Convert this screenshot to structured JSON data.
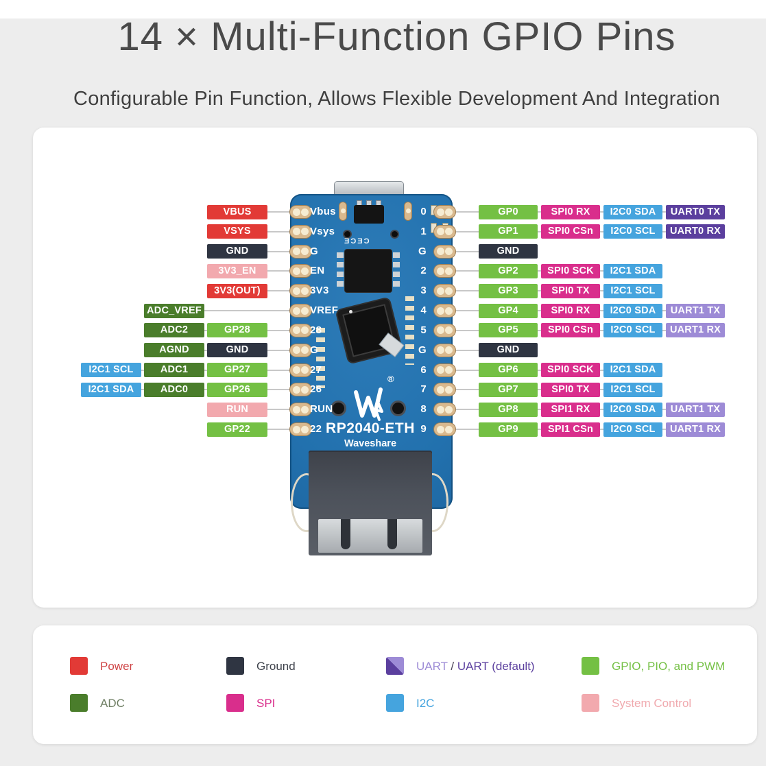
{
  "page": {
    "title": "14 × Multi-Function GPIO Pins",
    "subtitle": "Configurable Pin Function, Allows Flexible Development And Integration"
  },
  "colors": {
    "power": "#e23a36",
    "ground": "#2f3542",
    "gpio": "#74c044",
    "adc": "#4a7d2b",
    "i2c": "#45a4de",
    "spi": "#d92e8c",
    "uart": "#9d8bd6",
    "uart_default": "#5b3f9e",
    "sysctl": "#f2a9ae"
  },
  "board": {
    "name": "RP2040-ETH",
    "brand": "Waveshare",
    "marks": {
      "top": "ƎƆƎƆ",
      "reg": "®"
    },
    "left_silk": [
      "Vbus",
      "Vsys",
      "G",
      "EN",
      "3V3",
      "VREF",
      "28",
      "G",
      "27",
      "26",
      "RUN",
      "22"
    ],
    "right_silk": [
      "0",
      "1",
      "G",
      "2",
      "3",
      "4",
      "5",
      "G",
      "6",
      "7",
      "8",
      "9"
    ]
  },
  "pinout": {
    "left_rows": [
      {
        "cells": [
          {
            "label": "VBUS",
            "type": "power",
            "col": 2
          }
        ]
      },
      {
        "cells": [
          {
            "label": "VSYS",
            "type": "power",
            "col": 2
          }
        ]
      },
      {
        "cells": [
          {
            "label": "GND",
            "type": "ground",
            "col": 2
          }
        ]
      },
      {
        "cells": [
          {
            "label": "3V3_EN",
            "type": "sysctl",
            "col": 2
          }
        ]
      },
      {
        "cells": [
          {
            "label": "3V3(OUT)",
            "type": "power",
            "col": 2
          }
        ]
      },
      {
        "cells": [
          {
            "label": "ADC_VREF",
            "type": "adc",
            "col": 1
          }
        ]
      },
      {
        "cells": [
          {
            "label": "ADC2",
            "type": "adc",
            "col": 1
          },
          {
            "label": "GP28",
            "type": "gpio",
            "col": 2
          }
        ]
      },
      {
        "cells": [
          {
            "label": "AGND",
            "type": "adc",
            "col": 1
          },
          {
            "label": "GND",
            "type": "ground",
            "col": 2
          }
        ]
      },
      {
        "cells": [
          {
            "label": "I2C1 SCL",
            "type": "i2c",
            "col": 0
          },
          {
            "label": "ADC1",
            "type": "adc",
            "col": 1
          },
          {
            "label": "GP27",
            "type": "gpio",
            "col": 2
          }
        ]
      },
      {
        "cells": [
          {
            "label": "I2C1 SDA",
            "type": "i2c",
            "col": 0
          },
          {
            "label": "ADC0",
            "type": "adc",
            "col": 1
          },
          {
            "label": "GP26",
            "type": "gpio",
            "col": 2
          }
        ]
      },
      {
        "cells": [
          {
            "label": "RUN",
            "type": "sysctl",
            "col": 2
          }
        ]
      },
      {
        "cells": [
          {
            "label": "GP22",
            "type": "gpio",
            "col": 2
          }
        ]
      }
    ],
    "right_rows": [
      {
        "cells": [
          {
            "label": "GP0",
            "type": "gpio"
          },
          {
            "label": "SPI0 RX",
            "type": "spi"
          },
          {
            "label": "I2C0 SDA",
            "type": "i2c"
          },
          {
            "label": "UART0 TX",
            "type": "uart_default"
          }
        ]
      },
      {
        "cells": [
          {
            "label": "GP1",
            "type": "gpio"
          },
          {
            "label": "SPI0 CSn",
            "type": "spi"
          },
          {
            "label": "I2C0 SCL",
            "type": "i2c"
          },
          {
            "label": "UART0 RX",
            "type": "uart_default"
          }
        ]
      },
      {
        "cells": [
          {
            "label": "GND",
            "type": "ground"
          }
        ]
      },
      {
        "cells": [
          {
            "label": "GP2",
            "type": "gpio"
          },
          {
            "label": "SPI0 SCK",
            "type": "spi"
          },
          {
            "label": "I2C1 SDA",
            "type": "i2c"
          }
        ]
      },
      {
        "cells": [
          {
            "label": "GP3",
            "type": "gpio"
          },
          {
            "label": "SPI0 TX",
            "type": "spi"
          },
          {
            "label": "I2C1 SCL",
            "type": "i2c"
          }
        ]
      },
      {
        "cells": [
          {
            "label": "GP4",
            "type": "gpio"
          },
          {
            "label": "SPI0 RX",
            "type": "spi"
          },
          {
            "label": "I2C0 SDA",
            "type": "i2c"
          },
          {
            "label": "UART1 TX",
            "type": "uart"
          }
        ]
      },
      {
        "cells": [
          {
            "label": "GP5",
            "type": "gpio"
          },
          {
            "label": "SPI0 CSn",
            "type": "spi"
          },
          {
            "label": "I2C0 SCL",
            "type": "i2c"
          },
          {
            "label": "UART1 RX",
            "type": "uart"
          }
        ]
      },
      {
        "cells": [
          {
            "label": "GND",
            "type": "ground"
          }
        ]
      },
      {
        "cells": [
          {
            "label": "GP6",
            "type": "gpio"
          },
          {
            "label": "SPI0 SCK",
            "type": "spi"
          },
          {
            "label": "I2C1 SDA",
            "type": "i2c"
          }
        ]
      },
      {
        "cells": [
          {
            "label": "GP7",
            "type": "gpio"
          },
          {
            "label": "SPI0 TX",
            "type": "spi"
          },
          {
            "label": "I2C1 SCL",
            "type": "i2c"
          }
        ]
      },
      {
        "cells": [
          {
            "label": "GP8",
            "type": "gpio"
          },
          {
            "label": "SPI1 RX",
            "type": "spi"
          },
          {
            "label": "I2C0 SDA",
            "type": "i2c"
          },
          {
            "label": "UART1 TX",
            "type": "uart"
          }
        ]
      },
      {
        "cells": [
          {
            "label": "GP9",
            "type": "gpio"
          },
          {
            "label": "SPI1 CSn",
            "type": "spi"
          },
          {
            "label": "I2C0 SCL",
            "type": "i2c"
          },
          {
            "label": "UART1 RX",
            "type": "uart"
          }
        ]
      }
    ]
  },
  "legend": {
    "rows": [
      [
        {
          "label": "Power",
          "type": "power",
          "text_color": "#cf4547"
        },
        {
          "label": "Ground",
          "type": "ground",
          "text_color": "#3f434c"
        },
        {
          "type": "uart_split",
          "parts": [
            {
              "text": "UART",
              "color": "#9d8bd6"
            },
            {
              "text": " / ",
              "color": "#4a4458"
            },
            {
              "text": "UART (default)",
              "color": "#5b3f9e"
            }
          ]
        },
        {
          "label": "GPIO, PIO, and PWM",
          "type": "gpio",
          "text_color": "#74c044"
        }
      ],
      [
        {
          "label": "ADC",
          "type": "adc",
          "text_color": "#6f7f64"
        },
        {
          "label": "SPI",
          "type": "spi",
          "text_color": "#d92e8c"
        },
        {
          "label": "I2C",
          "type": "i2c",
          "text_color": "#45a4de"
        },
        {
          "label": "System Control",
          "type": "sysctl",
          "text_color": "#f0a9ae"
        }
      ]
    ]
  }
}
